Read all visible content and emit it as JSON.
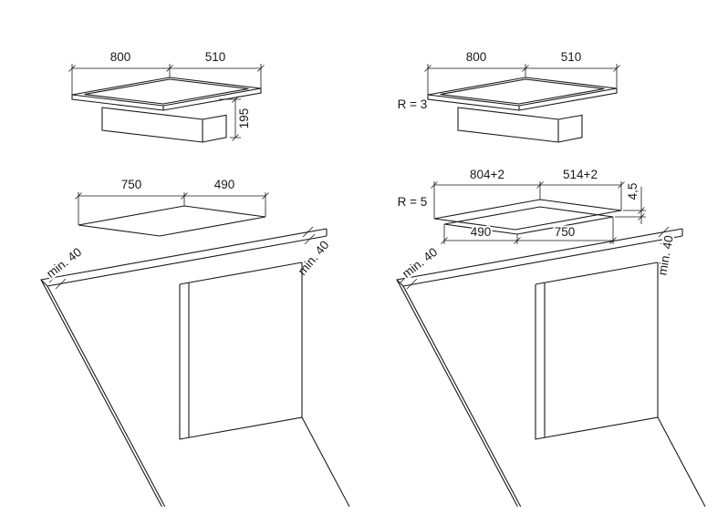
{
  "palette": {
    "background": "#ffffff",
    "line": "#1a1a1a",
    "text": "#1a1a1a"
  },
  "top_left": {
    "width": "800",
    "depth": "510",
    "build_in_height": "195"
  },
  "top_right": {
    "width": "800",
    "depth": "510",
    "corner_radius": "R = 3"
  },
  "bottom_left": {
    "cutout_width": "750",
    "cutout_depth": "490",
    "clearance_left": "min. 40",
    "clearance_right": "min. 40"
  },
  "bottom_right": {
    "recess_width": "804+2",
    "recess_depth": "514+2",
    "recess_height": "4,5",
    "corner_radius": "R = 5",
    "cutout_depth": "490",
    "cutout_width": "750",
    "clearance_left": "min. 40",
    "clearance_right": "min. 40"
  }
}
